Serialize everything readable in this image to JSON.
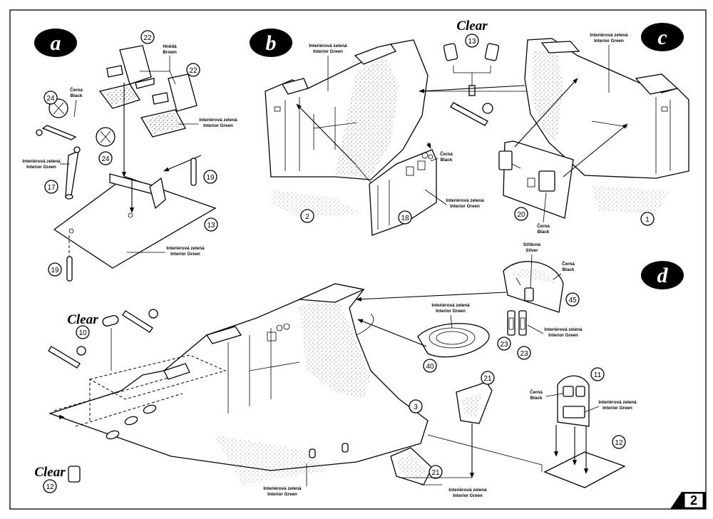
{
  "page": {
    "number": "2"
  },
  "steps": {
    "a": "a",
    "b": "b",
    "c": "c",
    "d": "d"
  },
  "clear": {
    "b": "Clear",
    "d_top": "Clear",
    "d_bottom": "Clear"
  },
  "parts": {
    "a22_top": "22",
    "a22_right": "22",
    "a24_top": "24",
    "a24_bottom": "24",
    "a17": "17",
    "a19_right": "19",
    "a19_bottom": "19",
    "a13": "13",
    "b13": "13",
    "b2": "2",
    "b18": "18",
    "c20": "20",
    "c1": "1",
    "d10": "10",
    "d12_clear": "12",
    "d3": "3",
    "d40": "40",
    "d45": "45",
    "d23_a": "23",
    "d23_b": "23",
    "d21_a": "21",
    "d21_b": "21",
    "d11": "11",
    "d12": "12"
  },
  "notes": {
    "brown": {
      "cz": "Hnědá",
      "en": "Brown"
    },
    "black": {
      "cz": "Černá",
      "en": "Black"
    },
    "green": {
      "cz": "Interiérová zelená",
      "en": "Interior Green"
    },
    "silver": {
      "cz": "Stříbrná",
      "en": "Silver"
    }
  }
}
